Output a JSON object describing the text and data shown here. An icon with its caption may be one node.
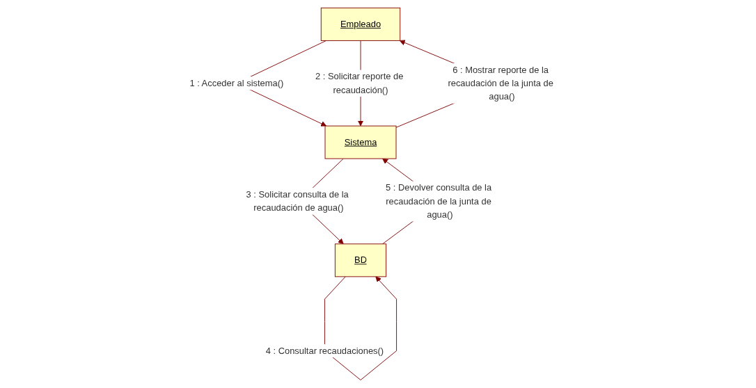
{
  "diagram": {
    "nodes": [
      {
        "text": [
          "Empleado"
        ]
      },
      {
        "text": [
          "BD"
        ]
      },
      {
        "text": [
          "Sistema"
        ]
      }
    ],
    "edges": [
      {
        "from": 0,
        "to": 2,
        "arrow": "to",
        "label": "1 : Acceder al sistema()"
      },
      {
        "from": 0,
        "to": 2,
        "arrow": "to",
        "label": "2 : Solicitar reporte de recaudación()"
      },
      {
        "from": 2,
        "to": 1,
        "arrow": "to",
        "label": "3 : Solicitar consulta de la recaudación de agua()"
      },
      {
        "from": 1,
        "to": 1,
        "arrow": "to",
        "label": "4 : Consultar recaudaciones()"
      },
      {
        "from": 1,
        "to": 2,
        "arrow": "to",
        "label": "5 : Devolver consulta de la recaudación de la junta de agua()"
      },
      {
        "from": 2,
        "to": 0,
        "arrow": "to",
        "label": "6 : Mostrar reporte de la recaudación de la junta de agua()"
      }
    ]
  }
}
